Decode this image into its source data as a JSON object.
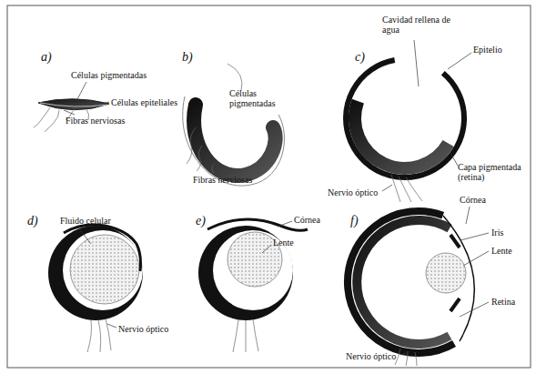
{
  "diagram": {
    "labels": [
      "a)",
      "Células pigmentadas",
      "Células epiteliales",
      "Fibras nerviosas",
      "b)",
      "Células pigmentadas",
      "Fibras nerviosas",
      "c)",
      "Cavidad rellena de agua",
      "Epitelio",
      "Capa pigmentada (retina)",
      "Nervio óptico",
      "d)",
      "Fluido celular",
      "Nervio óptico",
      "e)",
      "Córnea",
      "Lente",
      "f)",
      "Córnea",
      "Iris",
      "Lente",
      "Retina",
      "Nervio óptico"
    ]
  }
}
